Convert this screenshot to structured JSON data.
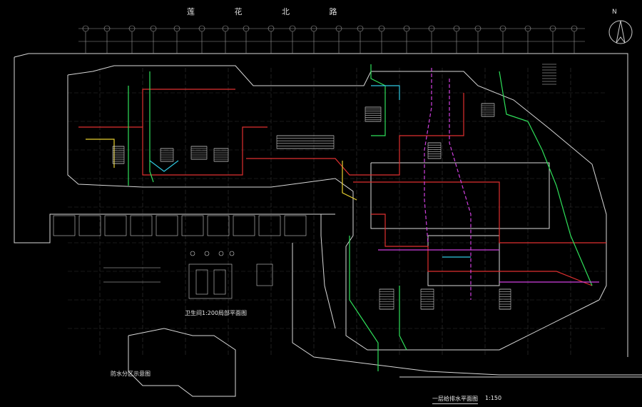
{
  "drawing": {
    "road_name": "莲  花  北  路",
    "north_label": "N",
    "main_title": "一层给排水平面图",
    "scale": "1:150",
    "detail_title": "卫生间1:200局部平面图",
    "locator_title": "防水分区示意图"
  },
  "colors": {
    "background": "#000000",
    "wall": "#d8d8d8",
    "grid": "#9a9a9a",
    "supply_green": "#2fe05a",
    "drain_red": "#e03030",
    "vent_magenta": "#d040e0",
    "hot_yellow": "#e8d030",
    "fire_cyan": "#30c8e0"
  }
}
